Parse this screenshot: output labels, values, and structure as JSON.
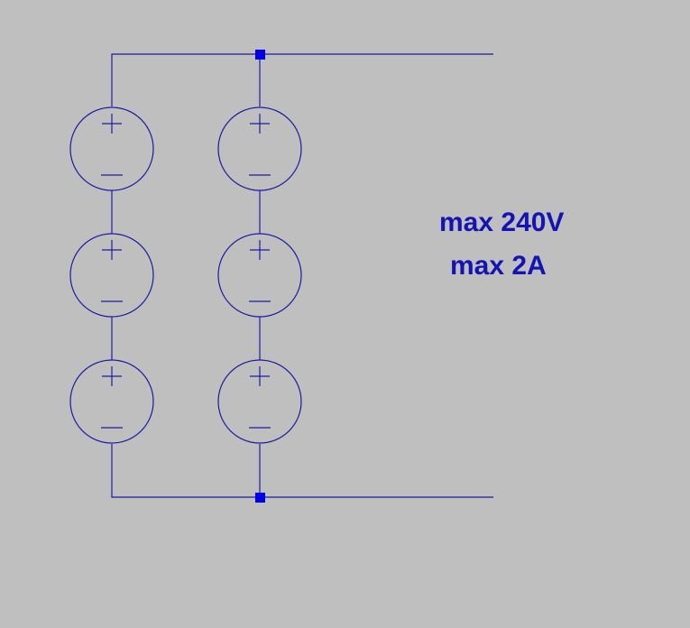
{
  "schematic": {
    "colors": {
      "background": "#bfbfbf",
      "wire": "#1a1aa6",
      "junction": "#0000e6",
      "text": "#1414b4"
    },
    "columns": 2,
    "sources_per_column": 3,
    "source_symbol": "voltage-source",
    "polarity_top": "+",
    "polarity_bottom": "−"
  },
  "annotations": {
    "line1": "max 240V",
    "line2": "max 2A"
  }
}
